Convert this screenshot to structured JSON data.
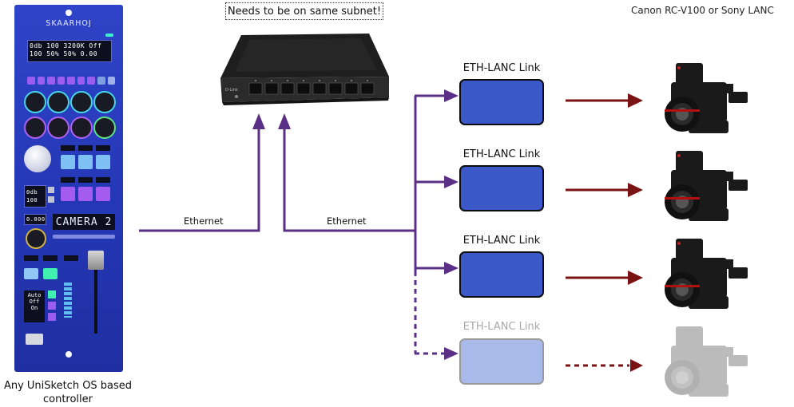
{
  "note": "Needs to be on same subnet!",
  "camera_type_label": "Canon RC-V100 or Sony LANC",
  "controller": {
    "brand": "SKAARHOJ",
    "caption_line1": "Any UniSketch OS based",
    "caption_line2": "controller",
    "lcd_row1": "0db  100 3200K Off",
    "lcd_row2": "100  50%  50%  0.00",
    "small_lcd_top": "0db",
    "small_lcd_bottom": "100",
    "small_lcd_value": "0.000",
    "camera_display": "CAMERA 2",
    "tag_auto": "Auto",
    "tag_on": "On",
    "tag_off": "Off"
  },
  "switch_brand": "D-Link",
  "ethernet_label_left": "Ethernet",
  "ethernet_label_right": "Ethernet",
  "links": [
    {
      "label": "ETH-LANC Link",
      "faded": false
    },
    {
      "label": "ETH-LANC Link",
      "faded": false
    },
    {
      "label": "ETH-LANC Link",
      "faded": false
    },
    {
      "label": "ETH-LANC Link",
      "faded": true
    }
  ],
  "colors": {
    "ethernet_line": "#5a2f86",
    "lanc_arrow": "#7a1414",
    "link_box": "#3a58c8",
    "link_box_faded": "#a9b9ea",
    "controller_panel": "#2a3dbe"
  }
}
